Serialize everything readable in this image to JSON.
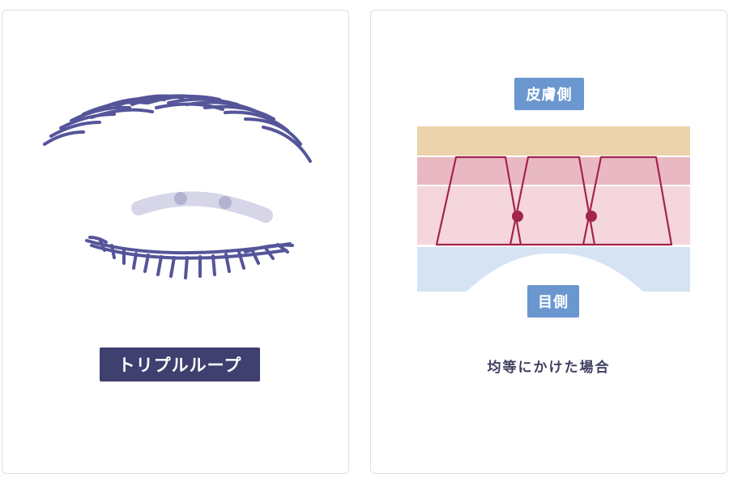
{
  "left_panel": {
    "method_label": "トリプルループ"
  },
  "right_panel": {
    "skin_side_label": "皮膚側",
    "eye_side_label": "目側",
    "caption": "均等にかけた場合"
  },
  "colors": {
    "card_border": "#dddde6",
    "navy": "#3f3f70",
    "lash_purple": "#55559a",
    "loop_lavender": "#d6d6e8",
    "skin_tan": "#ecd3ab",
    "tissue_pink_dark": "#e8b9c2",
    "tissue_pink_light": "#f4d6dc",
    "eye_blue": "#d6e3f3",
    "suture_crimson": "#a3244e",
    "badge_blue": "#6a97cf"
  }
}
